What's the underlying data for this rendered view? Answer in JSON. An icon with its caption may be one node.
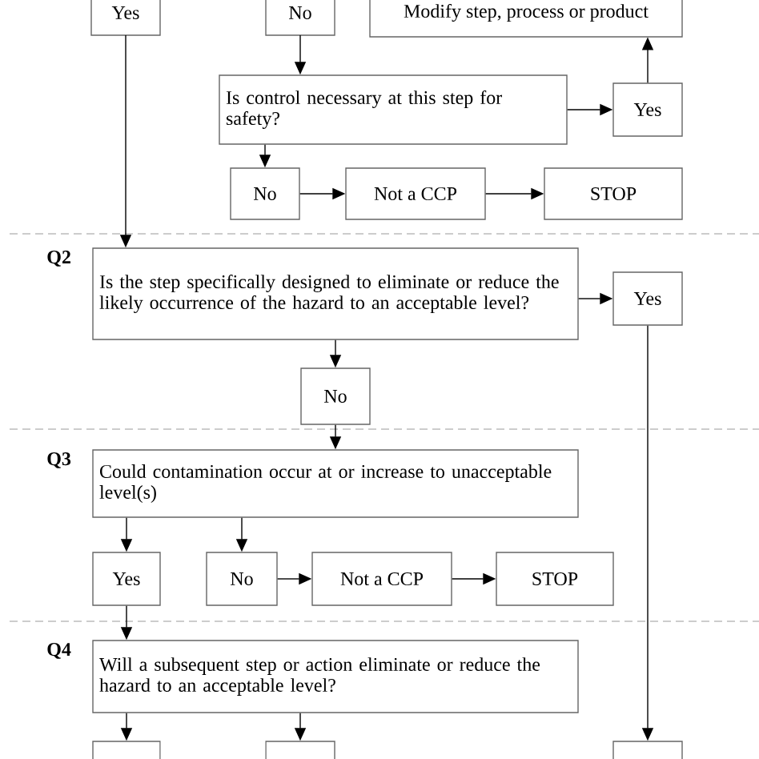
{
  "diagram": {
    "nodes": [
      {
        "text": [
          "Yes"
        ]
      },
      {
        "text": [
          "No"
        ]
      },
      {
        "text": [
          "Modify step, process or product"
        ]
      },
      {
        "text": [
          "Is control necessary at this step for safety?"
        ]
      },
      {
        "text": [
          "Yes"
        ]
      },
      {
        "text": [
          "No"
        ]
      },
      {
        "text": [
          "Not a CCP"
        ]
      },
      {
        "text": [
          "STOP"
        ]
      },
      {
        "text": [
          "Is the step specifically designed to eliminate or reduce the likely occurrence of the hazard to an acceptable level?"
        ],
        "beside": [
          "Q2"
        ]
      },
      {
        "text": [
          "Yes"
        ]
      },
      {
        "text": [
          "No"
        ]
      },
      {
        "text": [
          "Could contamination occur at or increase to unacceptable level(s)"
        ],
        "beside": [
          "Q3"
        ]
      },
      {
        "text": [
          "Yes"
        ]
      },
      {
        "text": [
          "No"
        ]
      },
      {
        "text": [
          "Not a CCP"
        ]
      },
      {
        "text": [
          "STOP"
        ]
      },
      {
        "text": [
          "Will a subsequent step or action eliminate or reduce the hazard to an acceptable level?"
        ],
        "beside": [
          "Q4"
        ]
      },
      {
        "text": [],
        "shape": "box"
      },
      {
        "text": [],
        "shape": "box"
      },
      {
        "text": [],
        "shape": "box"
      }
    ],
    "edges": [
      {
        "from": 0,
        "to": 8,
        "arrow": "to"
      },
      {
        "from": 1,
        "to": 3,
        "arrow": "to"
      },
      {
        "from": 3,
        "to": 4,
        "arrow": "to"
      },
      {
        "from": 4,
        "to": 2,
        "arrow": "to"
      },
      {
        "from": 3,
        "to": 5,
        "arrow": "to"
      },
      {
        "from": 5,
        "to": 6,
        "arrow": "to"
      },
      {
        "from": 6,
        "to": 7,
        "arrow": "to"
      },
      {
        "from": 8,
        "to": 9,
        "arrow": "to"
      },
      {
        "from": 8,
        "to": 10,
        "arrow": "to"
      },
      {
        "from": 10,
        "to": 11,
        "arrow": "to"
      },
      {
        "from": 11,
        "to": 12,
        "arrow": "to"
      },
      {
        "from": 11,
        "to": 13,
        "arrow": "to"
      },
      {
        "from": 13,
        "to": 14,
        "arrow": "to"
      },
      {
        "from": 14,
        "to": 15,
        "arrow": "to"
      },
      {
        "from": 12,
        "to": 16,
        "arrow": "to"
      },
      {
        "from": 16,
        "to": 17,
        "arrow": "to"
      },
      {
        "from": 16,
        "to": 18,
        "arrow": "to"
      },
      {
        "from": 9,
        "to": 19,
        "arrow": "to"
      }
    ]
  }
}
